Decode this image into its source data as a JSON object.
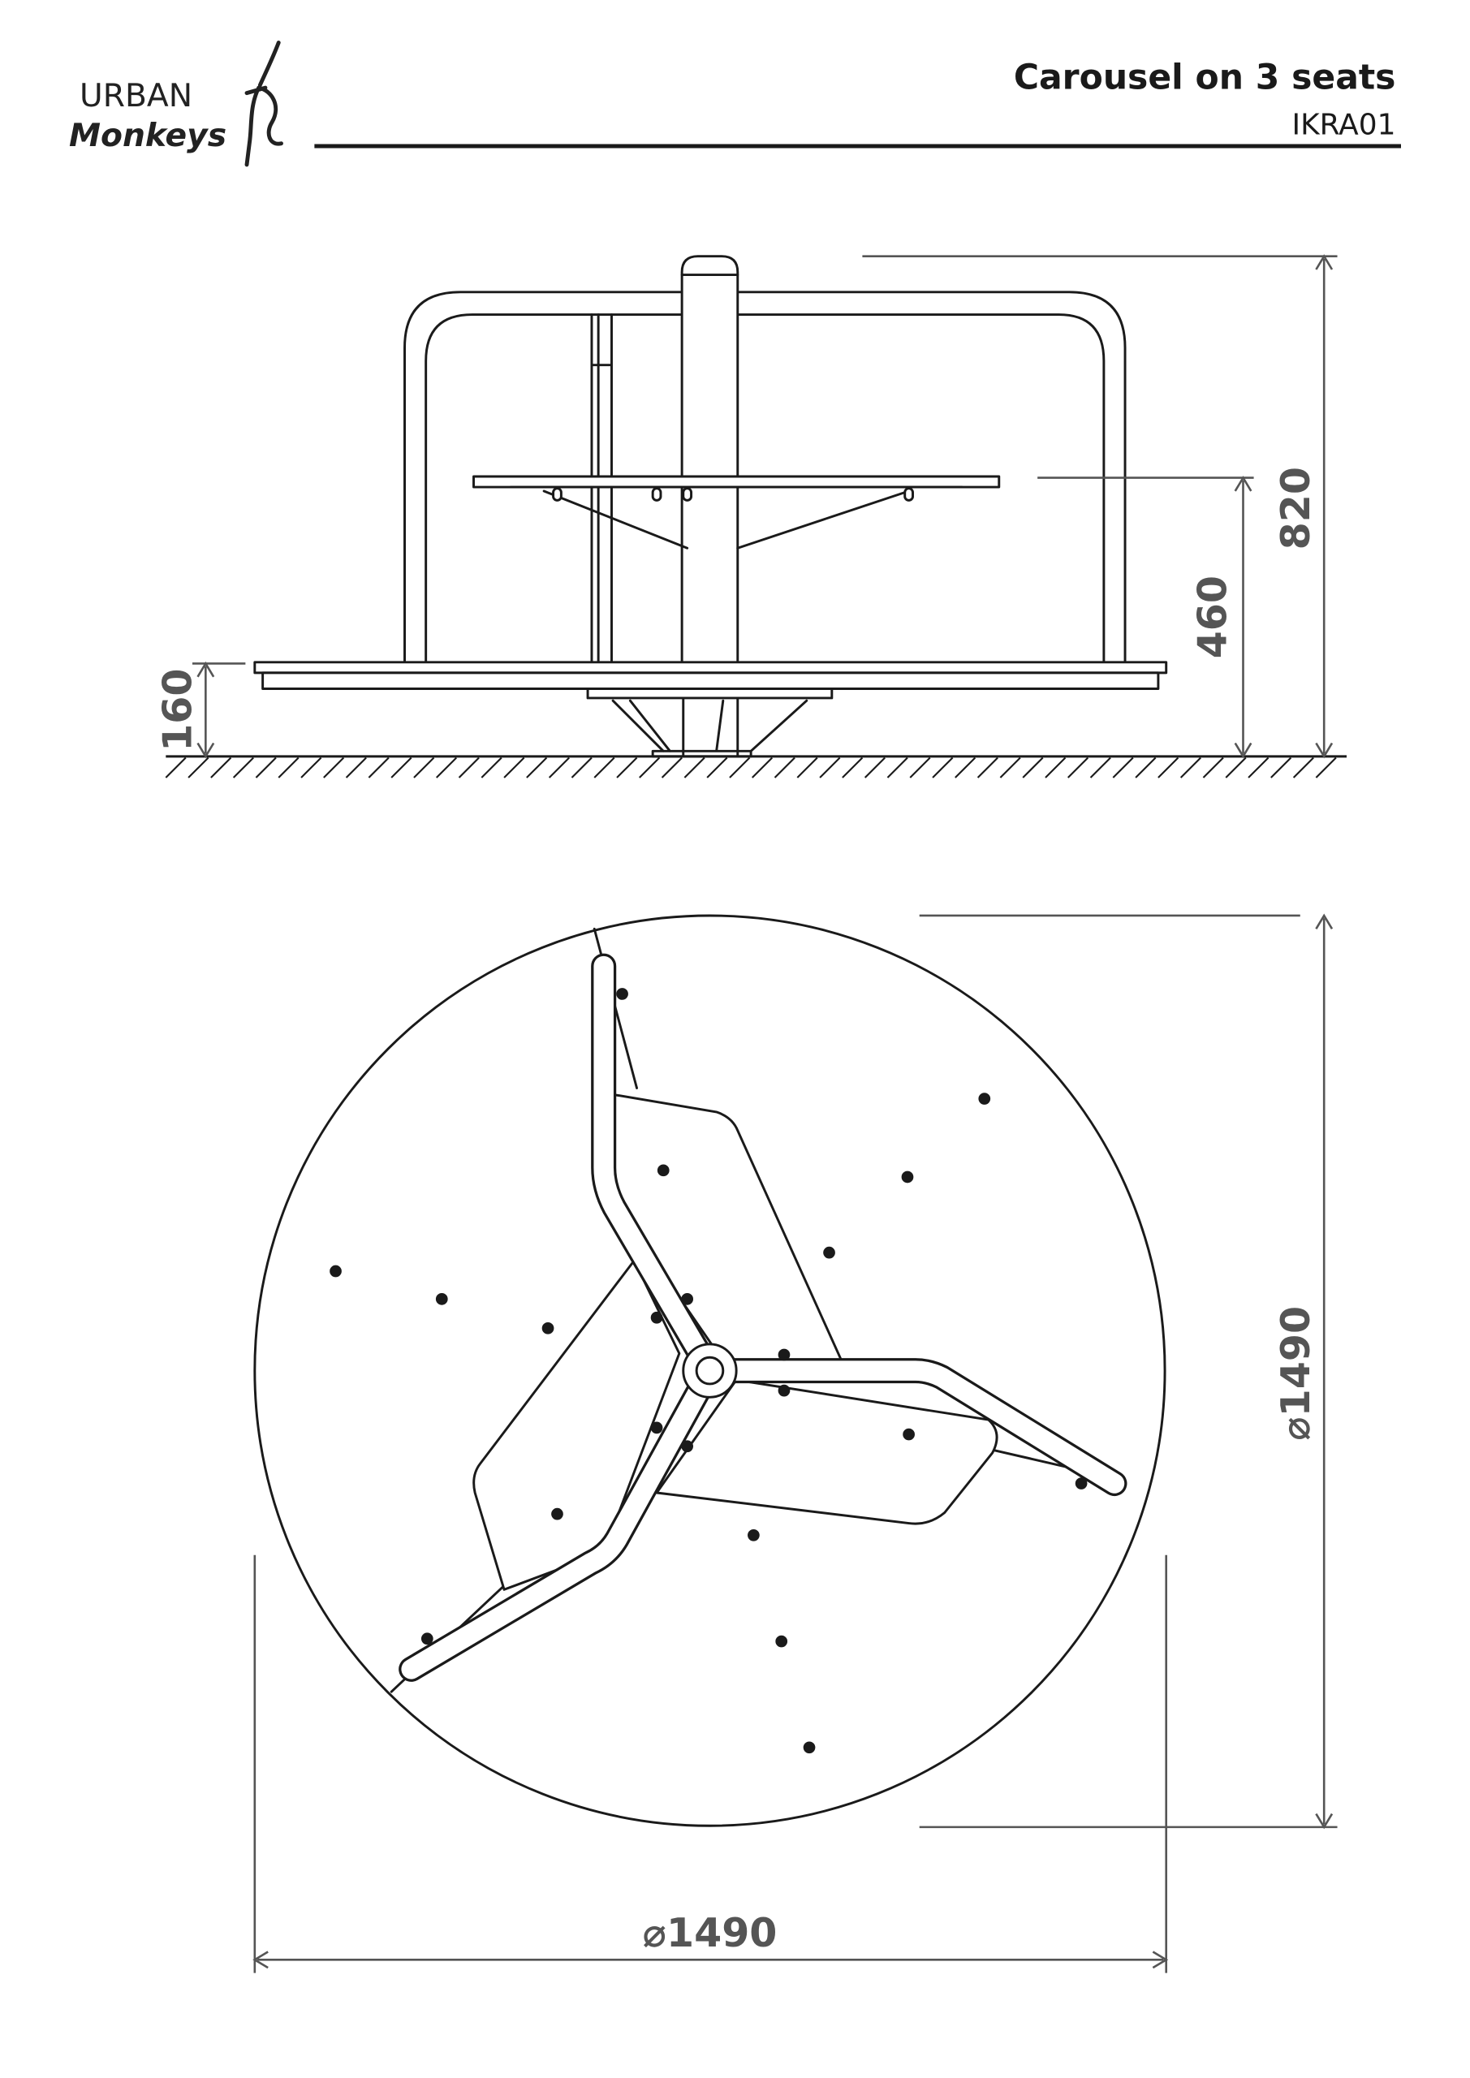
{
  "header": {
    "logo_line1": "URBAN",
    "logo_line2": "Monkeys",
    "title": "Carousel on 3 seats",
    "code": "IKRA01"
  },
  "side_view": {
    "dim_platform_height": "160",
    "dim_seat_height": "460",
    "dim_total_height": "820"
  },
  "top_view": {
    "dim_diameter_vertical": "⌀1490",
    "dim_diameter_horizontal": "⌀1490"
  }
}
